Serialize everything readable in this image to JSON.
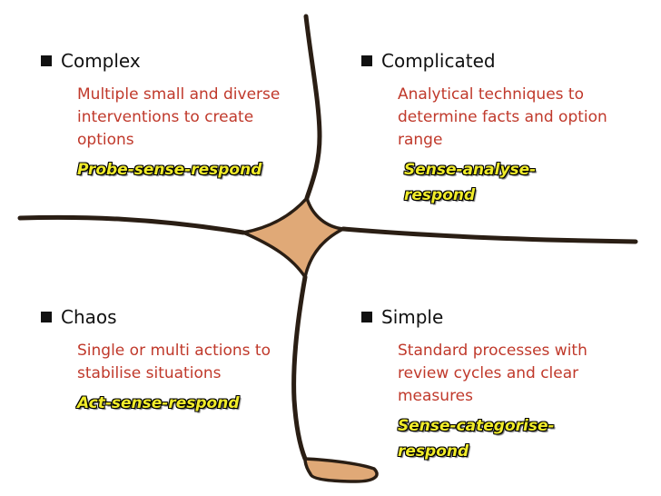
{
  "colors": {
    "heading": "#111111",
    "description": "#c0392b",
    "approach_fill": "#f1ec2a",
    "approach_outline": "#000000",
    "divider_fill": "#e0a977",
    "divider_stroke": "#2a1e14"
  },
  "quadrants": {
    "complex": {
      "title": "Complex",
      "description": "Multiple small and diverse interventions to create options",
      "approach": "Probe-sense-respond"
    },
    "complicated": {
      "title": "Complicated",
      "description": "Analytical techniques to determine facts and option range",
      "approach": "Sense-analyse-respond"
    },
    "chaos": {
      "title": "Chaos",
      "description": "Single or multi actions to stabilise situations",
      "approach": "Act-sense-respond"
    },
    "simple": {
      "title": "Simple",
      "description": "Standard processes with review cycles and clear measures",
      "approach": "Sense-categorise-respond"
    }
  }
}
